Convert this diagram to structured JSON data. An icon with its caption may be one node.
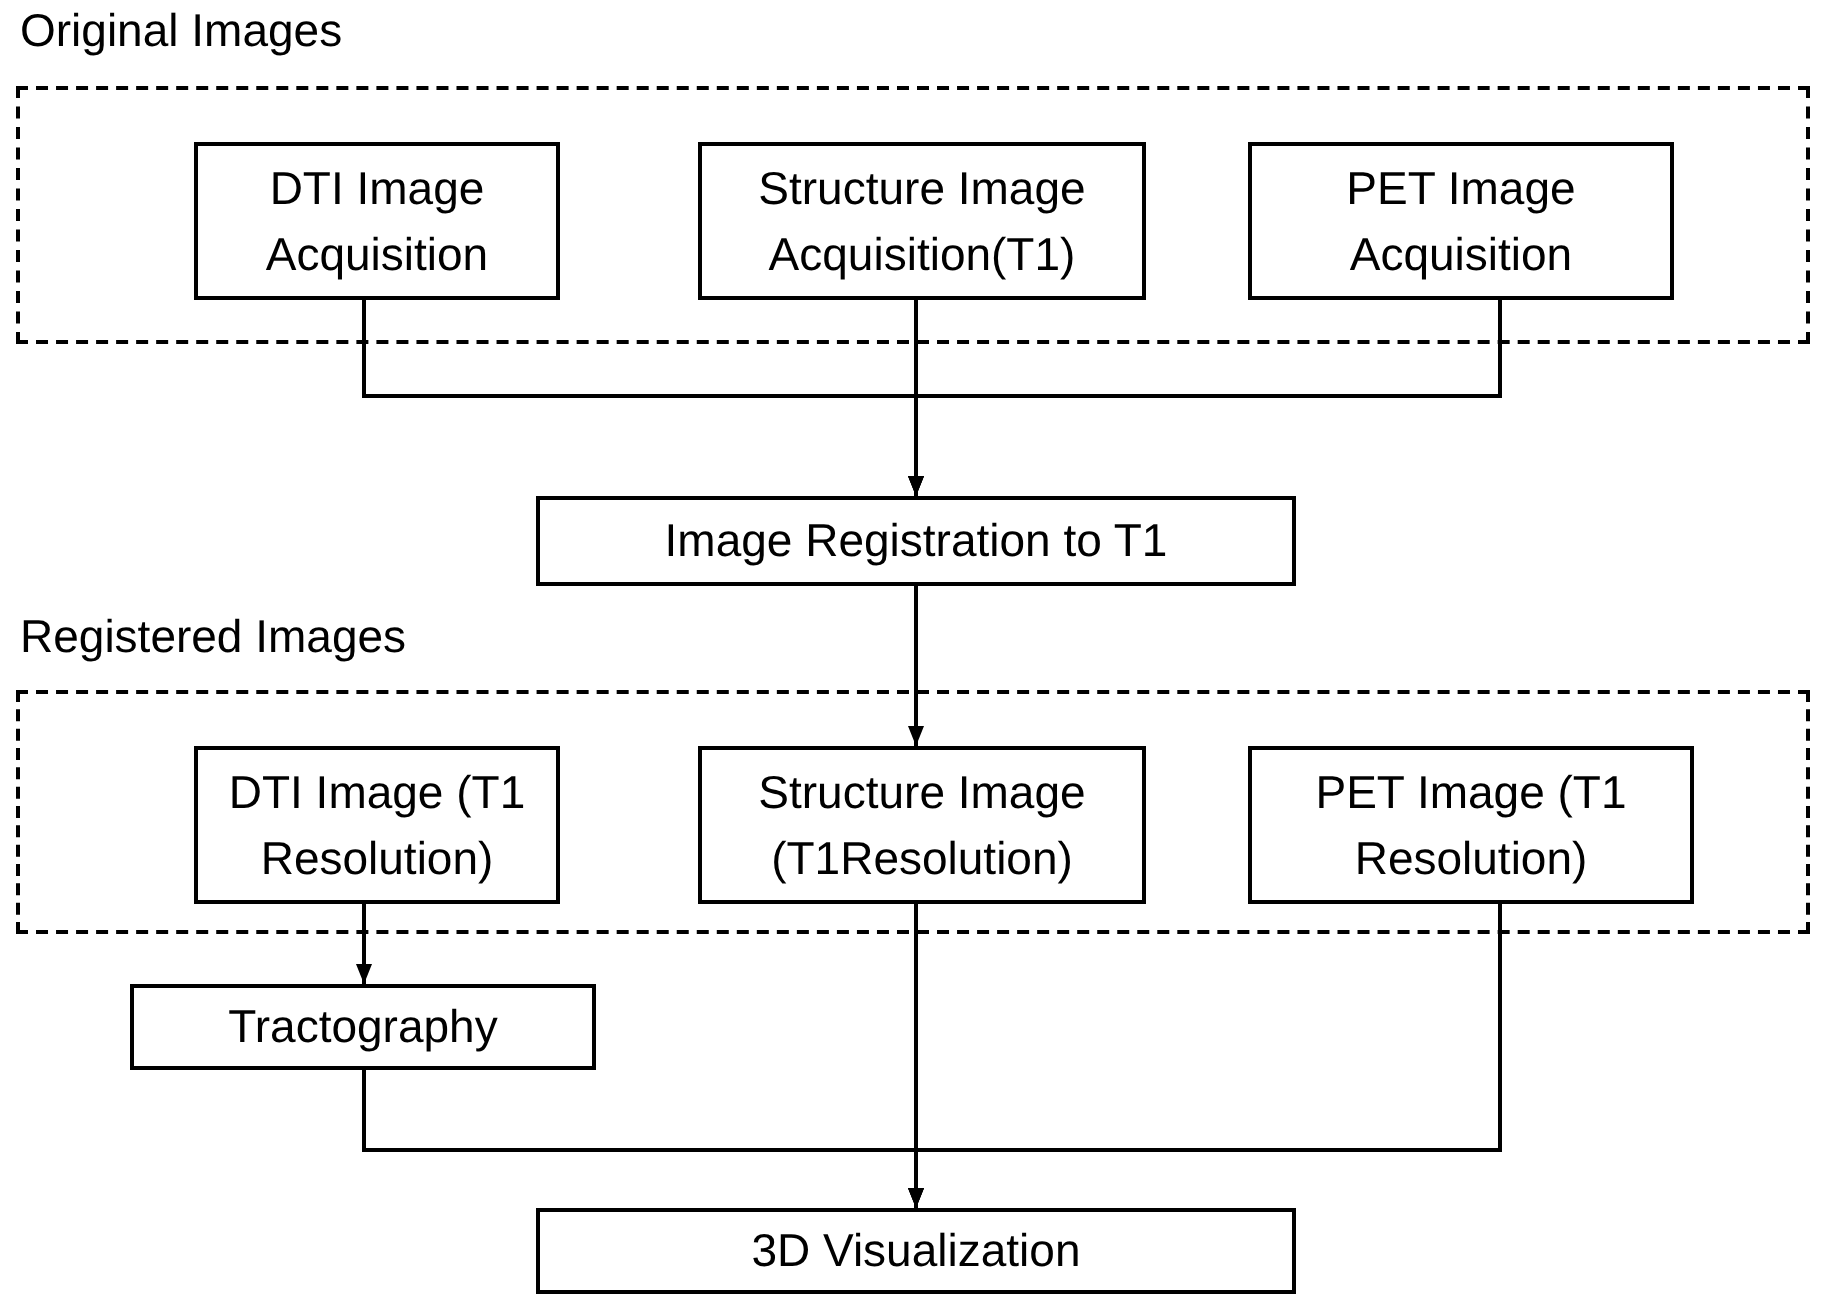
{
  "diagram": {
    "nodes": [
      {
        "text": [
          "Original Images"
        ]
      },
      {
        "text": [
          "DTI Image Acquisition"
        ],
        "in": 0
      },
      {
        "text": [
          "Structure Image Acquisition(T1)"
        ],
        "in": 0
      },
      {
        "text": [
          "PET Image Acquisition"
        ],
        "in": 0
      },
      {
        "text": [
          "Image Registration  to T1"
        ]
      },
      {
        "text": [
          "Registered Images"
        ]
      },
      {
        "text": [
          "DTI Image (T1 Resolution)"
        ],
        "in": 5
      },
      {
        "text": [
          "Structure Image (T1Resolution)"
        ],
        "in": 5
      },
      {
        "text": [
          "PET Image (T1 Resolution)"
        ],
        "in": 5
      },
      {
        "text": [
          "Tractography"
        ]
      },
      {
        "text": [
          "3D Visualization"
        ]
      }
    ],
    "edges": [
      {
        "from": 1,
        "to": 4,
        "arrow": "to"
      },
      {
        "from": 2,
        "to": 4,
        "arrow": "to"
      },
      {
        "from": 3,
        "to": 4,
        "arrow": "to"
      },
      {
        "from": 4,
        "to": 7,
        "arrow": "to"
      },
      {
        "from": 6,
        "to": 9,
        "arrow": "to"
      },
      {
        "from": 9,
        "to": 10,
        "arrow": "to"
      },
      {
        "from": 7,
        "to": 10,
        "arrow": "to"
      },
      {
        "from": 8,
        "to": 10,
        "arrow": "to"
      }
    ]
  }
}
